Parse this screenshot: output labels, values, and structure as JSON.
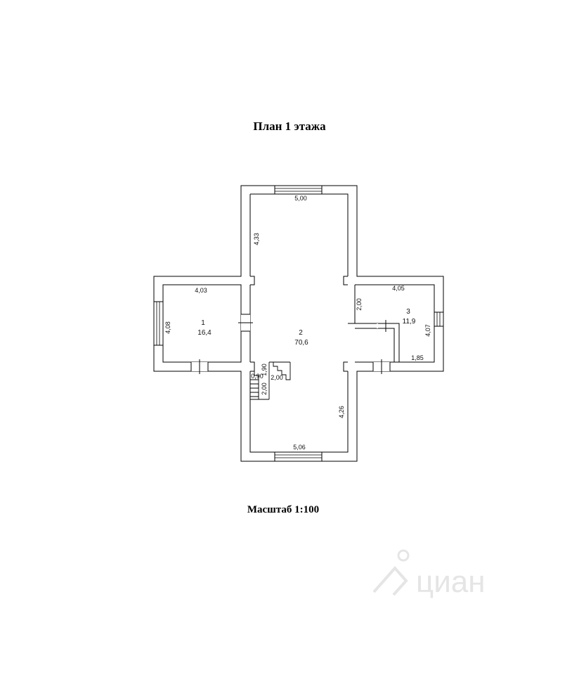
{
  "plan": {
    "title": "План 1 этажа",
    "scale_label": "Масштаб 1:100"
  },
  "rooms": [
    {
      "number": "1",
      "area": "16,4"
    },
    {
      "number": "2",
      "area": "70,6"
    },
    {
      "number": "3",
      "area": "11,9"
    }
  ],
  "dimensions": {
    "top_width": "5,00",
    "top_left_depth": "4,33",
    "room1_width": "4,03",
    "room1_depth": "4,08",
    "room3_width": "4,05",
    "room3_left": "2,00",
    "room3_depth": "4,07",
    "room3_bottom": "1,85",
    "stair_090": "0,90",
    "stair_190": "1,90",
    "stair_200a": "2,00",
    "stair_200b": "2,00",
    "bottom_right_depth": "4,26",
    "bottom_width": "5,06"
  },
  "watermark": {
    "text": "циан",
    "color": "#d0d0d0"
  }
}
